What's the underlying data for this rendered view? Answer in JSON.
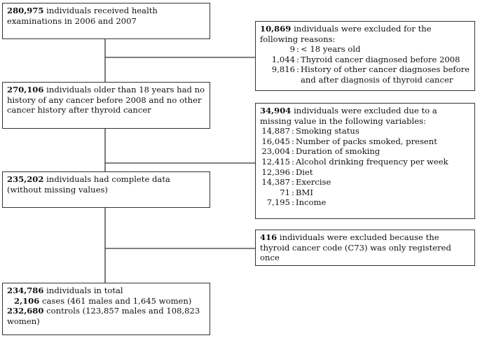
{
  "boxes": {
    "start": {
      "count": "280,975",
      "text": "individuals received health examinations in 2006 and 2007"
    },
    "excluded_1": {
      "count": "10,869",
      "text": "individuals were excluded for the following reasons:",
      "items": [
        {
          "n": "9",
          "sep": ":",
          "label": "< 18 years old"
        },
        {
          "n": "1,044",
          "sep": ":",
          "label": "Thyroid cancer diagnosed before 2008"
        },
        {
          "n": "9,816",
          "sep": ":",
          "label": "History of other cancer diagnoses before and after diagnosis of thyroid cancer"
        }
      ]
    },
    "eligible": {
      "count": "270,106",
      "text": "individuals older than 18 years had no history of any cancer before 2008 and no other cancer history after thyroid cancer"
    },
    "excluded_2": {
      "count": "34,904",
      "text": "individuals were excluded due to a missing value in the following variables:",
      "items": [
        {
          "n": "14,887",
          "sep": ":",
          "label": "Smoking status"
        },
        {
          "n": "16,045",
          "sep": ":",
          "label": "Number of packs smoked, present"
        },
        {
          "n": "23,004",
          "sep": ":",
          "label": "Duration of smoking"
        },
        {
          "n": "12,415",
          "sep": ":",
          "label": "Alcohol drinking frequency per week"
        },
        {
          "n": "12,396",
          "sep": ":",
          "label": "Diet"
        },
        {
          "n": "14,387",
          "sep": ":",
          "label": "Exercise"
        },
        {
          "n": "71",
          "sep": ":",
          "label": "BMI"
        },
        {
          "n": "7,195",
          "sep": ":",
          "label": "Income"
        }
      ]
    },
    "complete": {
      "count": "235,202",
      "text": "individuals had complete data (without missing values)"
    },
    "excluded_3": {
      "count": "416",
      "text": "individuals were excluded because the thyroid cancer code (C73) was only registered once"
    },
    "final": {
      "count": "234,786",
      "text": "individuals in total",
      "cases_count": "2,106",
      "cases_text": "cases (461 males and 1,645 women)",
      "controls_count": "232,680",
      "controls_text": "controls (123,857 males and 108,823 women)"
    }
  }
}
